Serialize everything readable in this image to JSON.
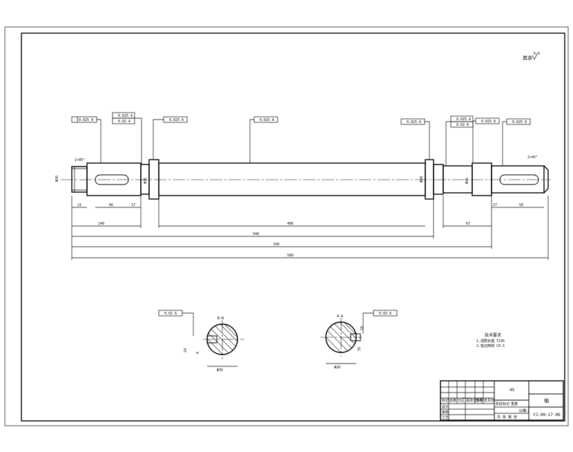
{
  "drawing": {
    "roughness_note": "其余",
    "roughness_value": "6.3",
    "section_a_label": "B-B",
    "section_b_label": "A-A",
    "technical_requirements": {
      "title": "技术要求",
      "items": [
        "1.调质处理 T235",
        "2.锐边倒钝 C0.5"
      ]
    },
    "chamfer_right": "2×45°",
    "chamfer_left": "2×45°"
  },
  "dimensions": {
    "overall_1": "580",
    "overall_2": "548",
    "overall_3": "545",
    "shaft_main": "406",
    "left_section": "140",
    "right_section": "67",
    "left_small": "21",
    "left_key": "66",
    "left_groove": "17",
    "right_small": "27",
    "right_key": "50",
    "diam_left": "Φ28",
    "diam_mid": "Φ35",
    "diam_right": "Φ45",
    "diam_journal": "Φ40",
    "key_width_a": "8",
    "key_depth_a": "24",
    "key_width_b": "10",
    "key_depth_b": "35",
    "sec_a_dia": "Φ35",
    "sec_b_dia": "Φ28"
  },
  "tolerances": {
    "runout_1": "0.025 A",
    "runout_2": "0.025 A",
    "runout_3": "0.02 A",
    "runout_4": "0.025 A",
    "runout_5": "0.025 A",
    "runout_6": "0.025 A",
    "runout_7": "0.025 A",
    "runout_8": "0.02 A",
    "sym_a": "0.02 A",
    "sym_b": "0.02 A"
  },
  "title_block": {
    "material": "45",
    "part_name": "轴",
    "drawing_no": "YJ-00-17-06",
    "scale": "1:2",
    "qty": "1",
    "headers": [
      "标记",
      "处数",
      "分区",
      "更改文件号",
      "签名",
      "年月日"
    ],
    "rows": [
      "设计",
      "审核",
      "工艺"
    ],
    "info_1": "阶段标记",
    "info_2": "重量",
    "info_3": "比例",
    "sheet_label": "共 张 第 张"
  }
}
